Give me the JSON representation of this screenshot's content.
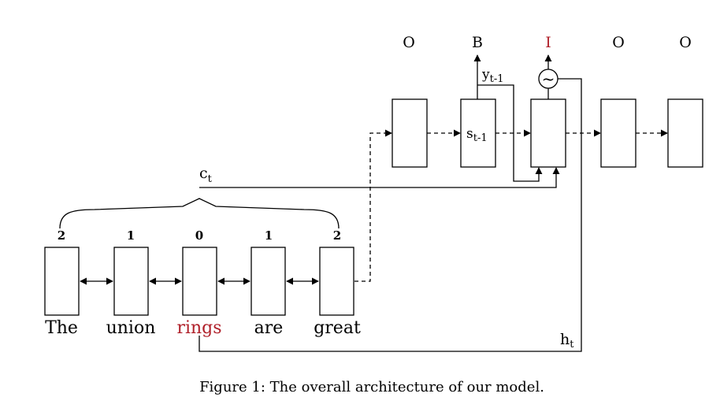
{
  "decoder_tags": [
    "O",
    "B",
    "I",
    "O",
    "O"
  ],
  "highlight_color": "#b0202a",
  "highlight_tag_index": 2,
  "state_label": "s",
  "state_sub": "t-1",
  "prev_output_label": "y",
  "prev_output_sub": "t-1",
  "context_label": "c",
  "context_sub": "t",
  "hidden_label": "h",
  "hidden_sub": "t",
  "position_numbers": [
    "2",
    "1",
    "0",
    "1",
    "2"
  ],
  "words": [
    "The",
    "union",
    "rings",
    "are",
    "great"
  ],
  "highlight_word_index": 2,
  "caption": "Figure 1: The overall architecture of our model."
}
